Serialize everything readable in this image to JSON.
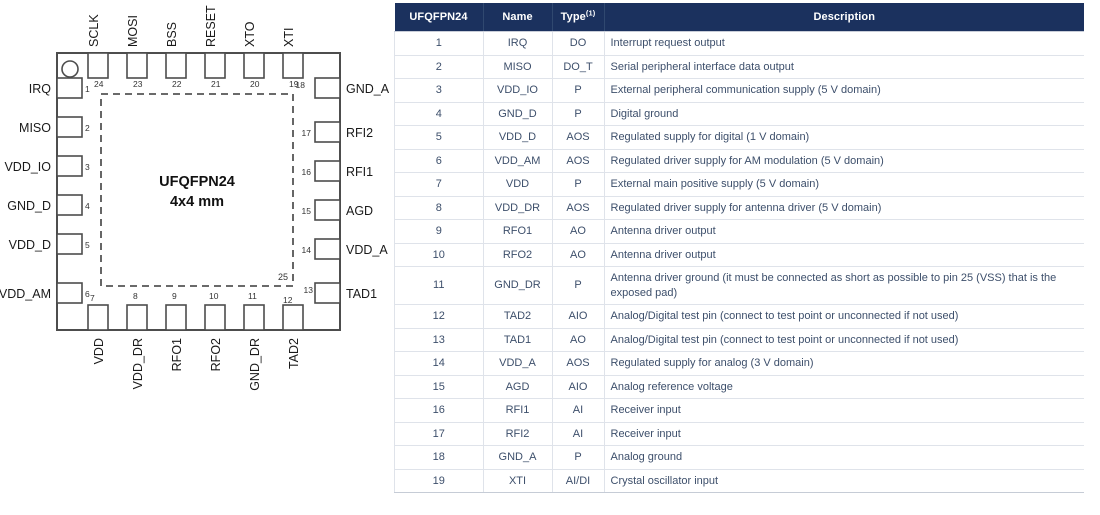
{
  "diagram": {
    "title_line1": "UFQFPN24",
    "title_line2": "4x4 mm",
    "exposed_pad_number": "25",
    "orientation_marker": "pin1-dot",
    "pins_left": [
      {
        "num": "1",
        "label": "IRQ"
      },
      {
        "num": "2",
        "label": "MISO"
      },
      {
        "num": "3",
        "label": "VDD_IO"
      },
      {
        "num": "4",
        "label": "GND_D"
      },
      {
        "num": "5",
        "label": "VDD_D"
      },
      {
        "num": "6",
        "label": "VDD_AM"
      }
    ],
    "pins_top": [
      {
        "num": "24",
        "label": "SCLK"
      },
      {
        "num": "23",
        "label": "MOSI"
      },
      {
        "num": "22",
        "label": "BSS"
      },
      {
        "num": "21",
        "label": "RESET"
      },
      {
        "num": "20",
        "label": "XTO"
      },
      {
        "num": "19",
        "label": "XTI"
      }
    ],
    "pins_right": [
      {
        "num": "18",
        "label": "GND_A"
      },
      {
        "num": "17",
        "label": "RFI2"
      },
      {
        "num": "16",
        "label": "RFI1"
      },
      {
        "num": "15",
        "label": "AGD"
      },
      {
        "num": "14",
        "label": "VDD_A"
      },
      {
        "num": "13",
        "label": "TAD1"
      }
    ],
    "pins_bottom": [
      {
        "num": "7",
        "label": "VDD"
      },
      {
        "num": "8",
        "label": "VDD_DR"
      },
      {
        "num": "9",
        "label": "RFO1"
      },
      {
        "num": "10",
        "label": "RFO2"
      },
      {
        "num": "11",
        "label": "GND_DR"
      },
      {
        "num": "12",
        "label": "TAD2"
      }
    ]
  },
  "table": {
    "header_color": "#1b315e",
    "columns": [
      {
        "key": "num",
        "label": "UFQFPN24"
      },
      {
        "key": "name",
        "label": "Name"
      },
      {
        "key": "type",
        "label": "Type",
        "footnote": "(1)"
      },
      {
        "key": "desc",
        "label": "Description"
      }
    ],
    "rows": [
      {
        "num": "1",
        "name": "IRQ",
        "type": "DO",
        "desc": "Interrupt request output"
      },
      {
        "num": "2",
        "name": "MISO",
        "type": "DO_T",
        "desc": "Serial peripheral interface data output"
      },
      {
        "num": "3",
        "name": "VDD_IO",
        "type": "P",
        "desc": "External peripheral communication supply (5 V domain)"
      },
      {
        "num": "4",
        "name": "GND_D",
        "type": "P",
        "desc": "Digital ground"
      },
      {
        "num": "5",
        "name": "VDD_D",
        "type": "AOS",
        "desc": "Regulated supply for digital (1 V domain)"
      },
      {
        "num": "6",
        "name": "VDD_AM",
        "type": "AOS",
        "desc": "Regulated driver supply for AM modulation (5 V domain)"
      },
      {
        "num": "7",
        "name": "VDD",
        "type": "P",
        "desc": "External main positive supply (5 V domain)"
      },
      {
        "num": "8",
        "name": "VDD_DR",
        "type": "AOS",
        "desc": "Regulated driver supply for antenna driver (5 V domain)"
      },
      {
        "num": "9",
        "name": "RFO1",
        "type": "AO",
        "desc": "Antenna driver output"
      },
      {
        "num": "10",
        "name": "RFO2",
        "type": "AO",
        "desc": "Antenna driver output"
      },
      {
        "num": "11",
        "name": "GND_DR",
        "type": "P",
        "desc": "Antenna driver ground (it must be connected as short as possible to pin 25 (VSS) that is the exposed pad)"
      },
      {
        "num": "12",
        "name": "TAD2",
        "type": "AIO",
        "desc": "Analog/Digital test pin (connect to test point or unconnected if not used)"
      },
      {
        "num": "13",
        "name": "TAD1",
        "type": "AO",
        "desc": "Analog/Digital test pin (connect to test point or unconnected if not used)"
      },
      {
        "num": "14",
        "name": "VDD_A",
        "type": "AOS",
        "desc": "Regulated supply for analog (3 V domain)"
      },
      {
        "num": "15",
        "name": "AGD",
        "type": "AIO",
        "desc": "Analog reference voltage"
      },
      {
        "num": "16",
        "name": "RFI1",
        "type": "AI",
        "desc": "Receiver input"
      },
      {
        "num": "17",
        "name": "RFI2",
        "type": "AI",
        "desc": "Receiver input"
      },
      {
        "num": "18",
        "name": "GND_A",
        "type": "P",
        "desc": "Analog ground"
      },
      {
        "num": "19",
        "name": "XTI",
        "type": "AI/DI",
        "desc": "Crystal oscillator input"
      }
    ]
  }
}
